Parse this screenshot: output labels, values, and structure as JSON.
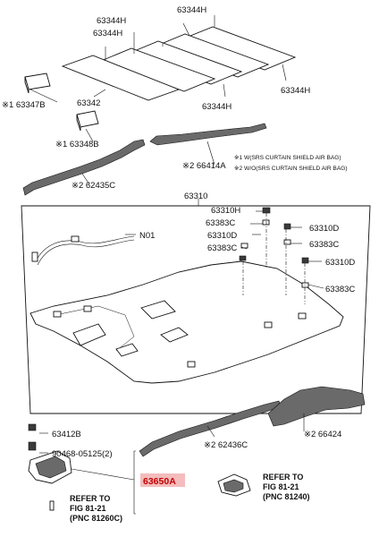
{
  "labels": {
    "p63344h_1": "63344H",
    "p63344h_2": "63344H",
    "p63344h_3": "63344H",
    "p63344h_4": "63344H",
    "p63342": "63342",
    "p63347b": "※1 63347B",
    "p63348b": "※1 63348B",
    "p66414a": "※2 66414A",
    "p62435c": "※2 62435C",
    "p63310": "63310",
    "p63310h": "63310H",
    "p63383c_1": "63383C",
    "p63310d_1": "63310D",
    "p63383c_2": "63383C",
    "p63310d_r1": "63310D",
    "p63383c_r1": "63383C",
    "p63310d_r2": "63310D",
    "p63383c_r2": "63383C",
    "n01": "N01",
    "p63412b": "63412B",
    "p90468": "90468-05125(2)",
    "p63650a": "63650A",
    "p62436c": "※2 62436C",
    "p66424": "※2 66424"
  },
  "notes": {
    "line1": "※1 W(SRS CURTAIN SHIELD AIR BAG)",
    "line2": "※2 W/O(SRS CURTAIN SHIELD AIR BAG)"
  },
  "refs": {
    "left": {
      "line1": "REFER TO",
      "line2": "FIG 81-21",
      "line3": "(PNC 81260C)"
    },
    "right": {
      "line1": "REFER TO",
      "line2": "FIG 81-21",
      "line3": "(PNC 81240)"
    }
  },
  "colors": {
    "highlight_bg": "#f4bcbc",
    "highlight_text": "#c00000"
  }
}
